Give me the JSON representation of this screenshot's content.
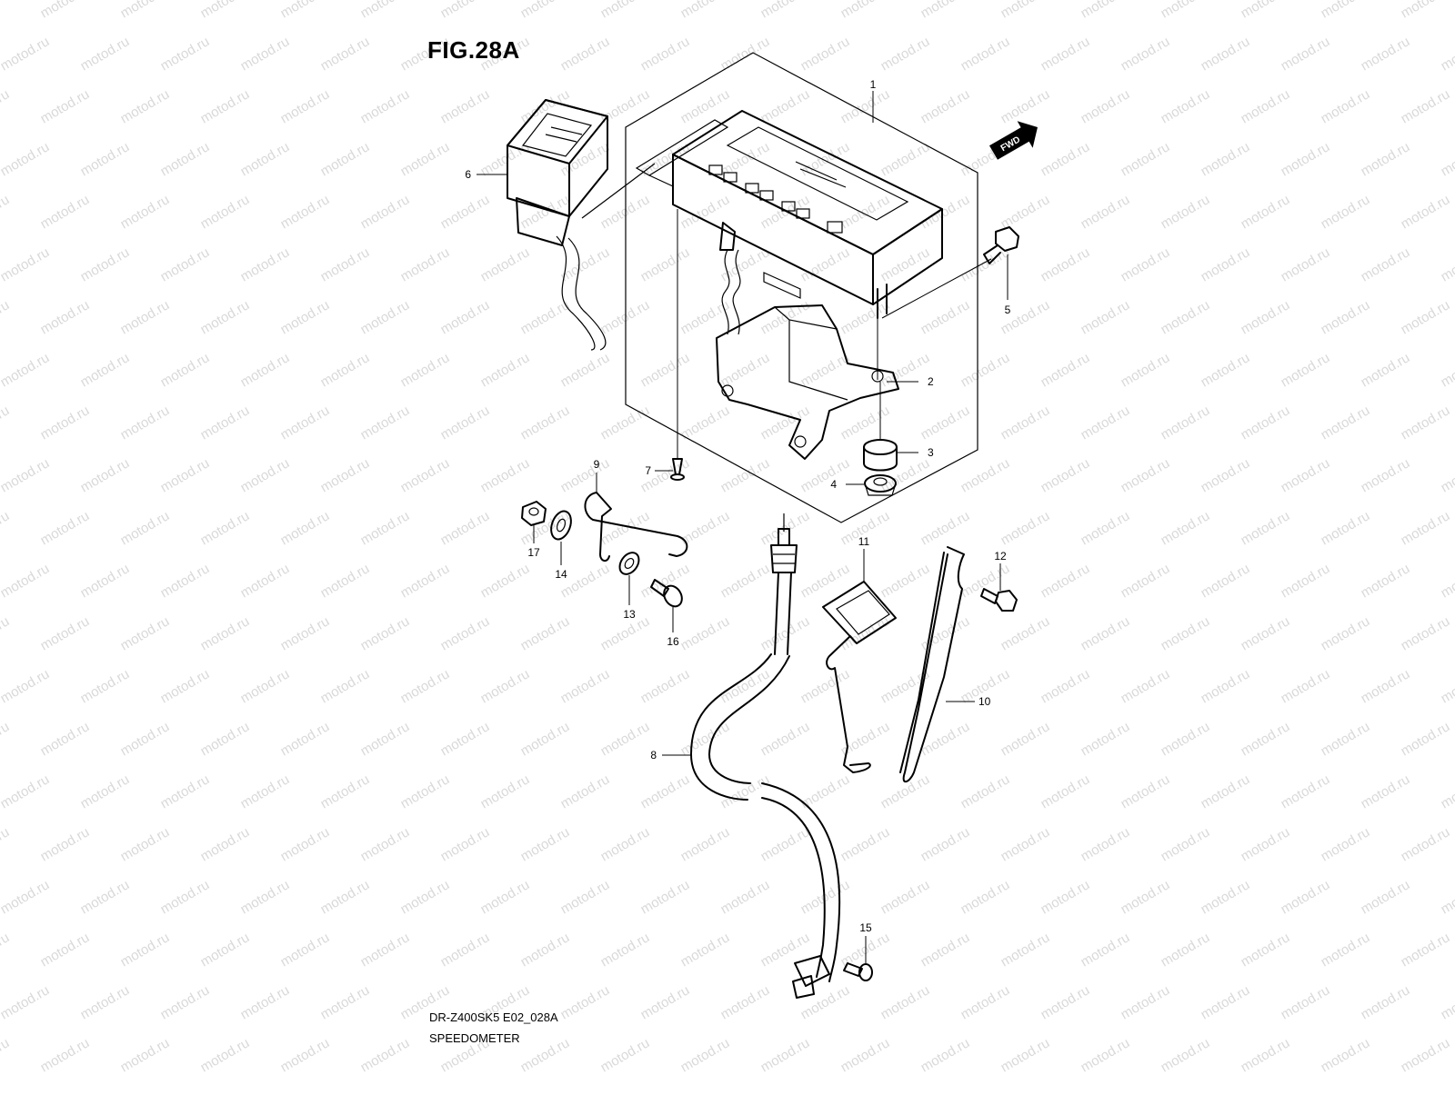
{
  "figure": {
    "title": "FIG.28A",
    "model_code": "DR-Z400SK5 E02_028A",
    "name": "SPEEDOMETER",
    "watermark": "motod.ru",
    "direction_label": "FWD"
  },
  "part_labels": [
    "1",
    "2",
    "3",
    "4",
    "5",
    "6",
    "7",
    "8",
    "9",
    "10",
    "11",
    "12",
    "13",
    "14",
    "15",
    "16",
    "17"
  ]
}
